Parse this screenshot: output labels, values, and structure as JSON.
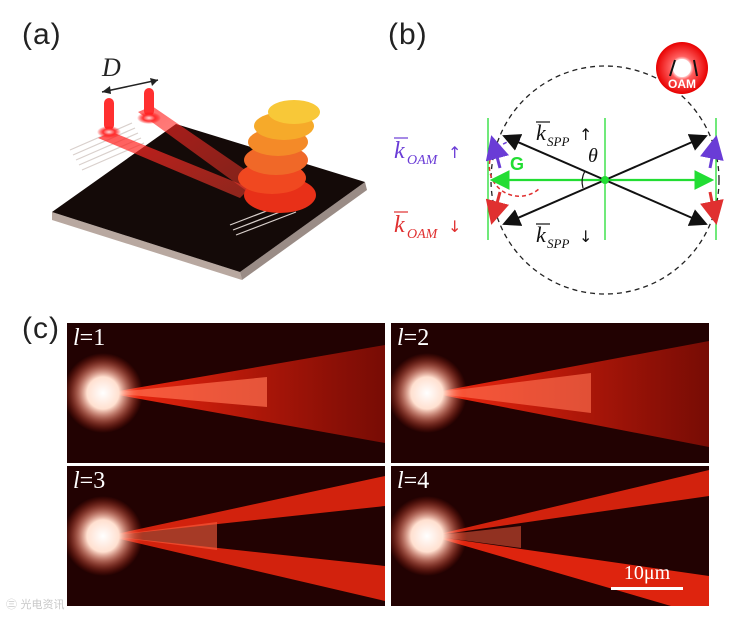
{
  "panels": {
    "a": {
      "label": "(a)",
      "spacing_label": "D"
    },
    "b": {
      "label": "(b)",
      "oam_badge": "OAM",
      "k_oam_up": "k",
      "k_oam_up_sub": "OAM",
      "k_oam_up_arrow": "↑",
      "k_oam_down": "k",
      "k_oam_down_sub": "OAM",
      "k_oam_down_arrow": "↓",
      "k_spp_up": "k",
      "k_spp_up_sub": "SPP",
      "k_spp_up_arrow": "↑",
      "k_spp_down": "k",
      "k_spp_down_sub": "SPP",
      "k_spp_down_arrow": "↓",
      "grating_vector": "G",
      "angle_theta": "θ",
      "colors": {
        "purple": "#6a3cd6",
        "red": "#e03030",
        "green": "#22dd33"
      }
    },
    "c": {
      "label": "(c)",
      "maps": [
        {
          "l_symbol": "l",
          "l_value": "=1"
        },
        {
          "l_symbol": "l",
          "l_value": "=2"
        },
        {
          "l_symbol": "l",
          "l_value": "=3"
        },
        {
          "l_symbol": "l",
          "l_value": "=4"
        }
      ],
      "scale_bar": "10μm"
    }
  },
  "watermark": "㊂ 光电资讯"
}
